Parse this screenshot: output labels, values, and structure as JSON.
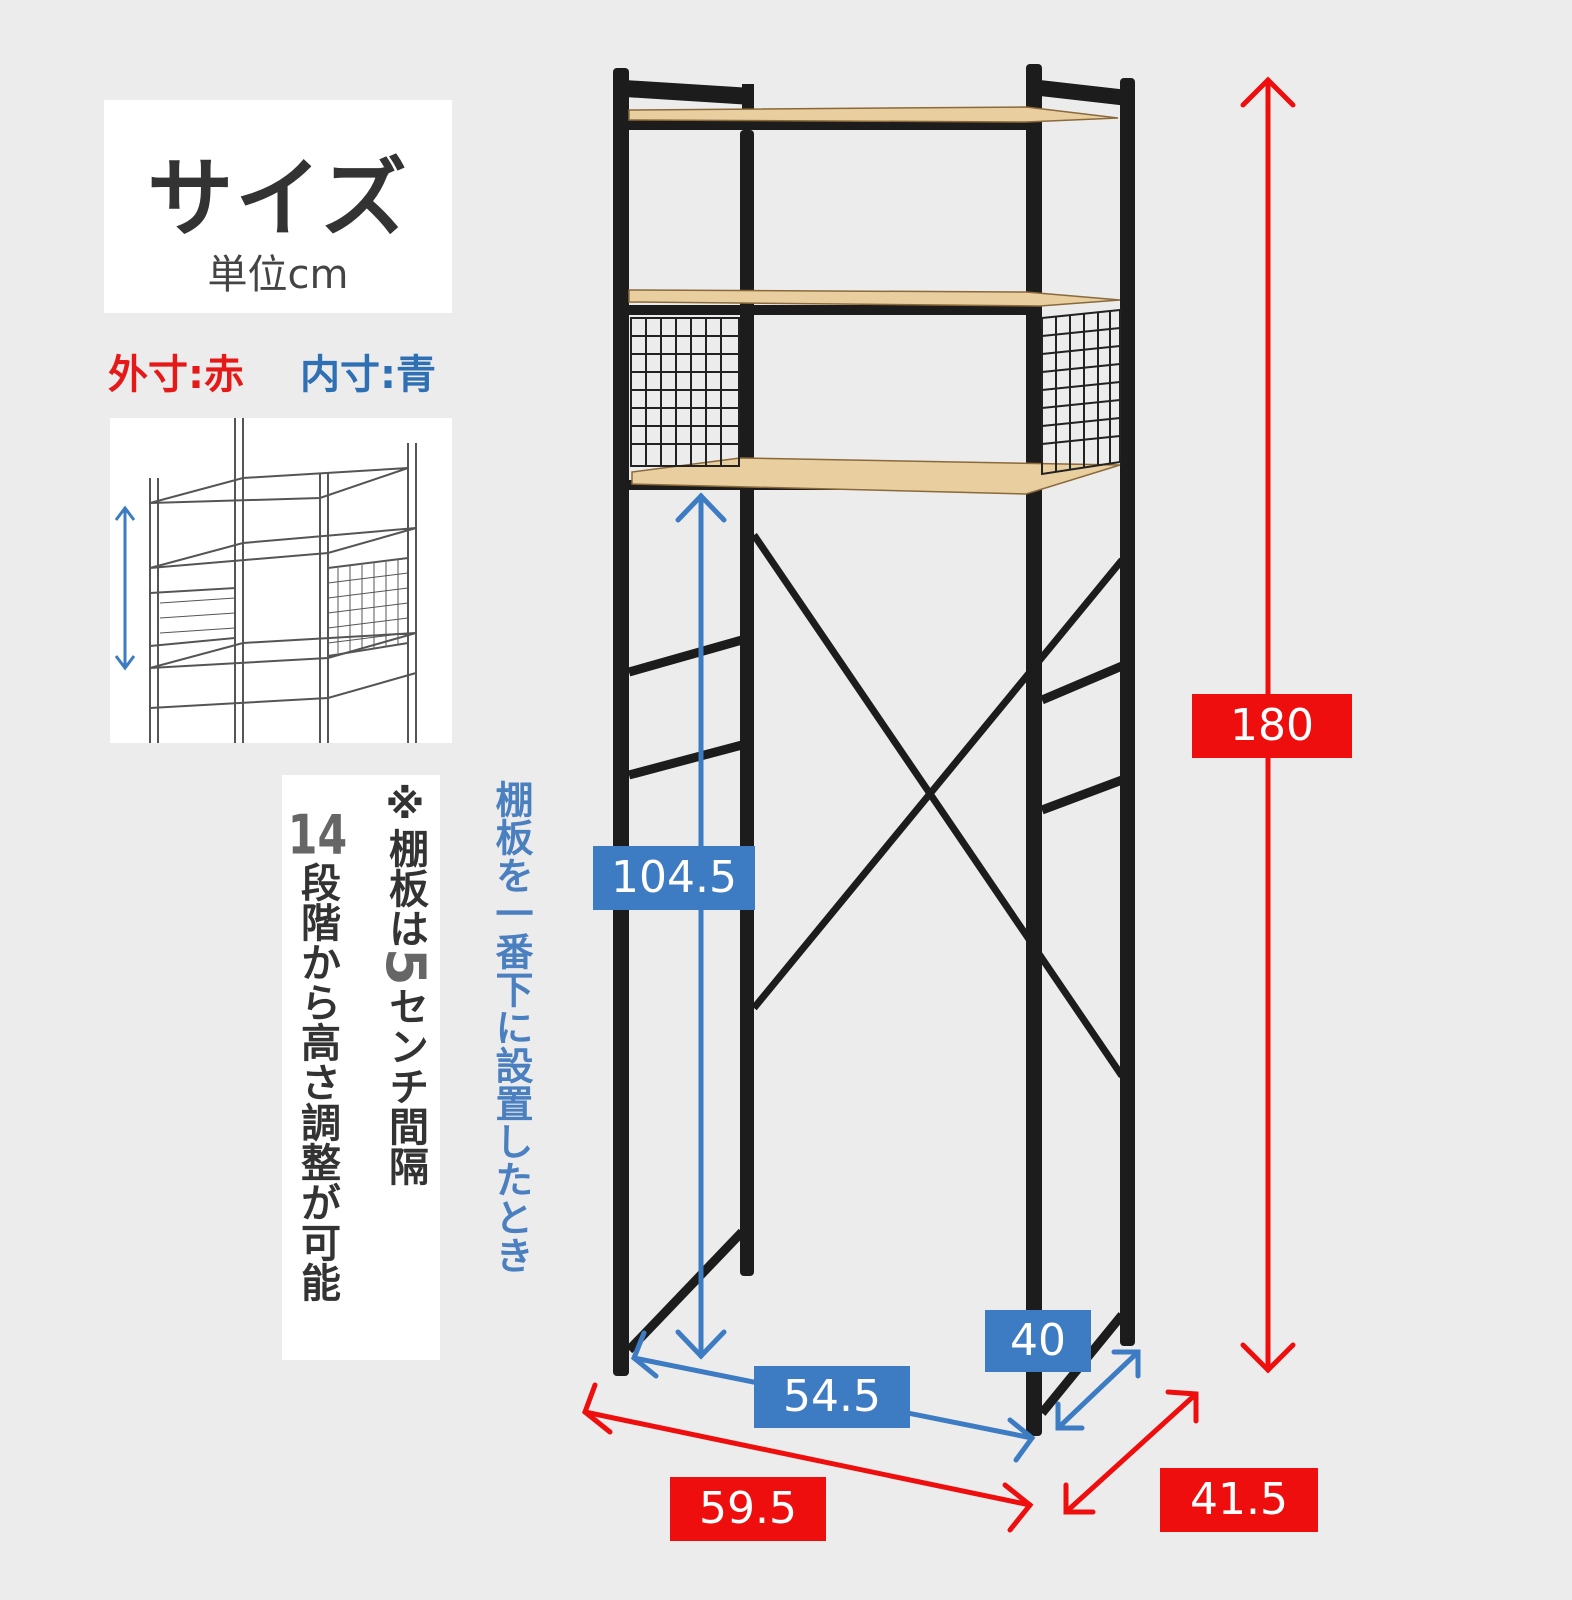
{
  "header": {
    "title": "サイズ",
    "unit": "単位cm"
  },
  "legend": {
    "outer": "外寸:赤",
    "inner": "内寸:青",
    "outer_color": "#e61919",
    "inner_color": "#2f6fb3"
  },
  "note": {
    "asterisk_line_prefix": "※棚板は",
    "asterisk_line_number": "5",
    "asterisk_line_suffix": "センチ間隔",
    "steps_number": "14",
    "steps_text": "段階から高さ調整が可能"
  },
  "inner_caption": "棚板を一番下に設置したとき",
  "dimensions": {
    "height_outer": "180",
    "shelf_clearance": "104.5",
    "width_inner": "54.5",
    "depth_inner": "40",
    "width_outer": "59.5",
    "depth_outer": "41.5"
  }
}
